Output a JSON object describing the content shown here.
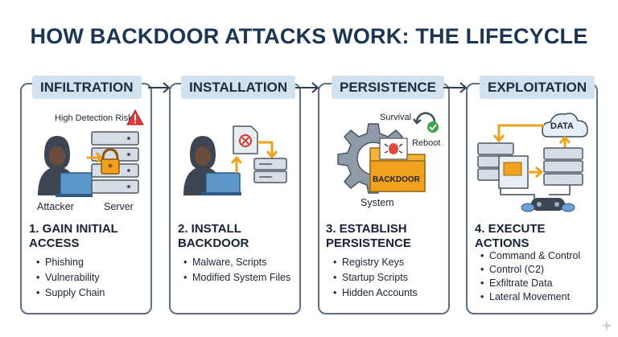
{
  "title": "HOW BACKDOOR ATTACKS WORK: THE LIFECYCLE",
  "stages": [
    {
      "label": "INFILTRATION",
      "heading_line1": "1. GAIN INITIAL",
      "heading_line2": "ACCESS",
      "bullets": [
        "Phishing",
        "Vulnerability",
        "Supply Chain"
      ],
      "illus": {
        "risk": "High Detection Risk",
        "attacker": "Attacker",
        "server": "Server"
      }
    },
    {
      "label": "INSTALLATION",
      "heading_line1": "2. INSTALL",
      "heading_line2": "BACKDOOR",
      "bullets": [
        "Malware, Scripts",
        "Modified System Files"
      ]
    },
    {
      "label": "PERSISTENCE",
      "heading_line1": "3. ESTABLISH",
      "heading_line2": "PERSISTENCE",
      "bullets": [
        "Registry Keys",
        "Startup Scripts",
        "Hidden Accounts"
      ],
      "illus": {
        "survival": "Survival",
        "reboot": "Reboot",
        "folder": "BACKDOOR",
        "system": "System"
      }
    },
    {
      "label": "EXPLOITATION",
      "heading_line1": "4. EXECUTE",
      "heading_line2": "ACTIONS",
      "bullets": [
        "Command & Control",
        "Control (C2)",
        "Exfiltrate Data",
        "Lateral Movement"
      ],
      "illus": {
        "cloud": "DATA"
      }
    }
  ],
  "colors": {
    "accent": "#f0a21e",
    "navy": "#1b3552",
    "label_bg": "#d2e1ee",
    "hood": "#3d4552",
    "alert": "#e43a3a",
    "laptop": "#5c96c9"
  }
}
